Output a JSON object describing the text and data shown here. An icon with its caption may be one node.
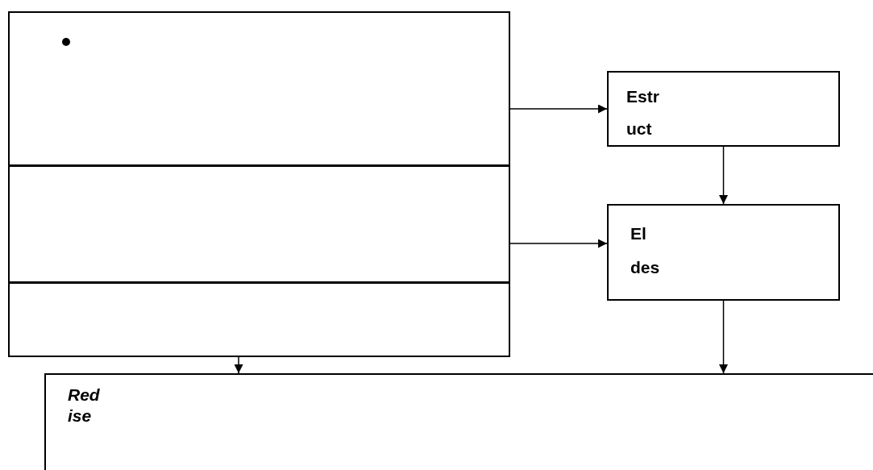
{
  "diagram": {
    "nodes": [
      {
        "text": [],
        "shape": "box"
      },
      {
        "text": [],
        "shape": "box",
        "in": 0
      },
      {
        "text": [],
        "shape": "box",
        "in": 0
      },
      {
        "text": [],
        "shape": "box",
        "in": 0
      },
      {
        "text": [
          "Estr uct"
        ]
      },
      {
        "text": [
          "El des"
        ]
      },
      {
        "text": [
          "Red ise"
        ]
      }
    ],
    "edges": [
      {
        "from": 1,
        "to": 4,
        "arrow": "to"
      },
      {
        "from": 2,
        "to": 5,
        "arrow": "to"
      },
      {
        "from": 4,
        "to": 5,
        "arrow": "to"
      },
      {
        "from": 5,
        "to": 6,
        "arrow": "to"
      },
      {
        "from": 0,
        "to": 6,
        "arrow": "to"
      }
    ]
  }
}
